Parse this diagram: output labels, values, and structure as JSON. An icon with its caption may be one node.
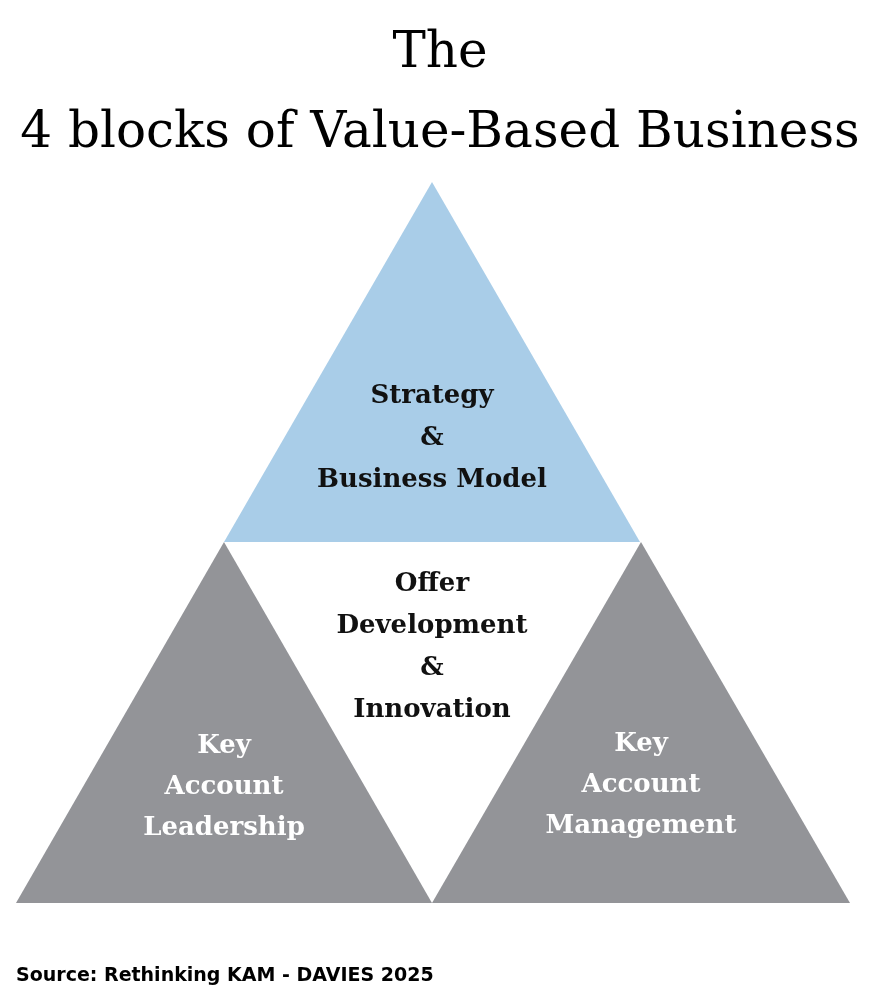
{
  "diagram": {
    "title": "The 4 blocks of Value-Based Business",
    "caption": "Source: Rethinking KAM - DAVIES 2025",
    "nodes": [
      {
        "text": [
          "Strategy & Business Model"
        ]
      },
      {
        "text": [
          "Offer Development & Innovation"
        ]
      },
      {
        "text": [
          "Key Account Leadership"
        ]
      },
      {
        "text": [
          "Key Account Management"
        ]
      }
    ]
  }
}
